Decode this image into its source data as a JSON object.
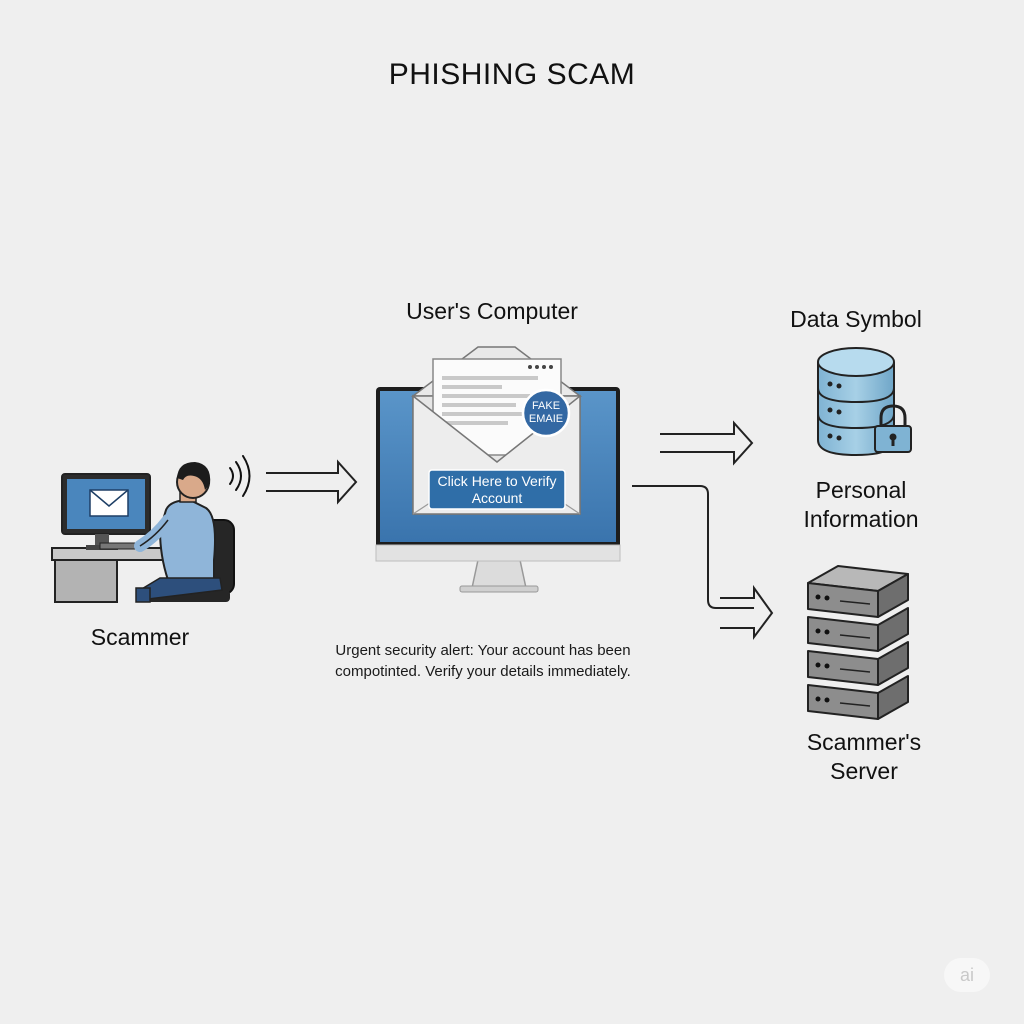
{
  "title": "PHISHING SCAM",
  "nodes": {
    "scammer": {
      "label": "Scammer"
    },
    "users_computer": {
      "label": "User's Computer"
    },
    "data_symbol": {
      "label": "Data Symbol",
      "caption": "Personal Information"
    },
    "scammers_server": {
      "label": "Scammer's Server"
    }
  },
  "email": {
    "badge": "FAKE EMAIE",
    "button": "Click Here to Verify Account"
  },
  "alert_text": "Urgent security alert: Your account has been compotinted. Verify your details immediately.",
  "watermark": "ai",
  "colors": {
    "background": "#efefef",
    "accent_blue": "#3d7bb5",
    "button_blue": "#2f6ea8",
    "database_blue": "#8fc0dc",
    "server_grey": "#9a9a9a"
  }
}
